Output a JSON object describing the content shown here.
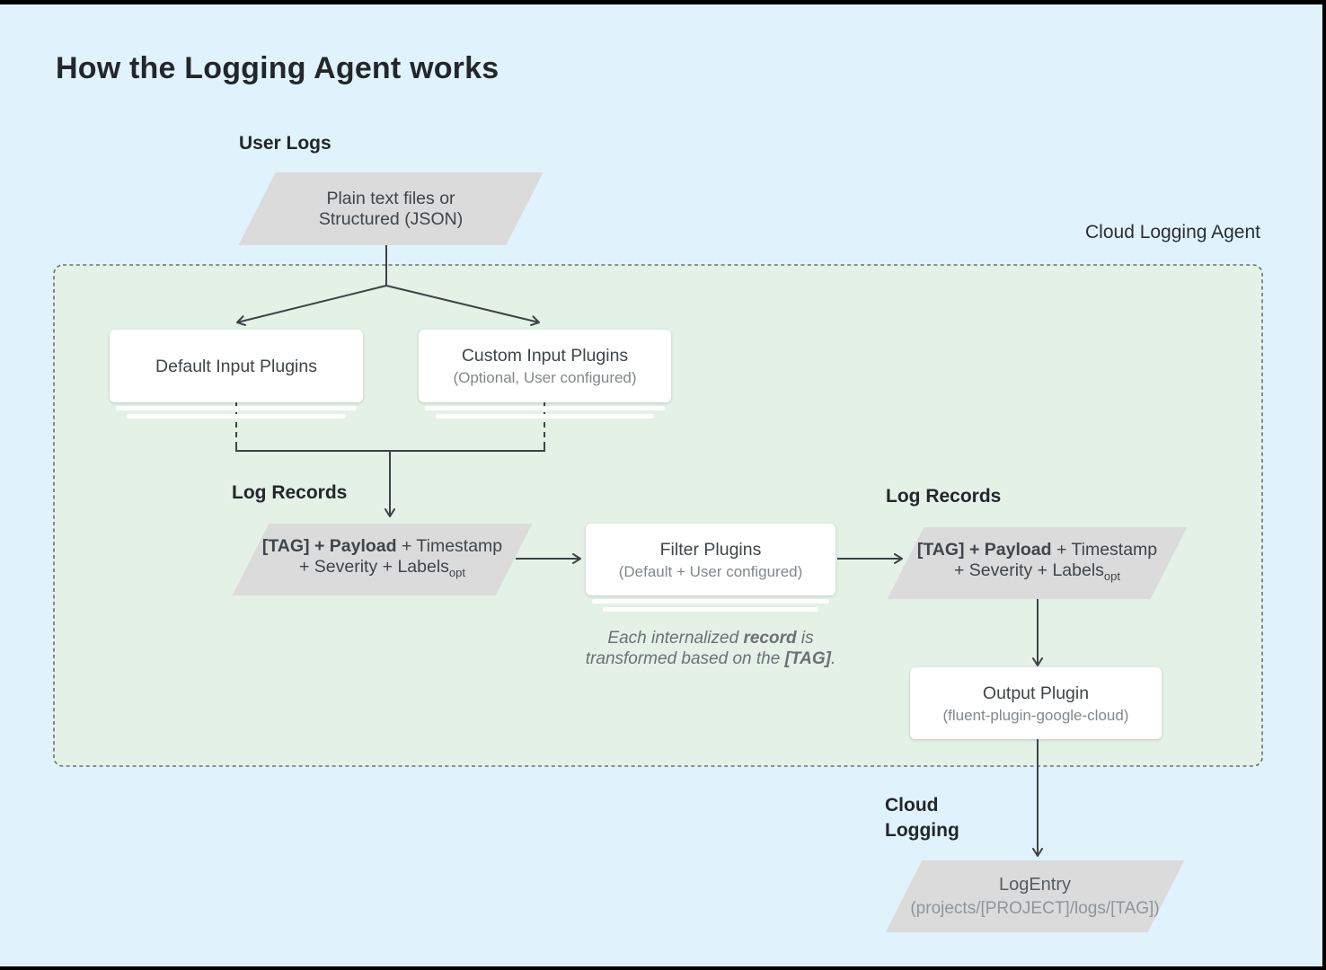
{
  "title": "How the Logging Agent works",
  "labels": {
    "user_logs": "User Logs",
    "cloud_logging_agent": "Cloud Logging Agent",
    "log_records_left": "Log Records",
    "log_records_right": "Log Records",
    "cloud_logging_line1": "Cloud",
    "cloud_logging_line2": "Logging"
  },
  "nodes": {
    "user_input": {
      "line1": "Plain text files or",
      "line2": "Structured (JSON)"
    },
    "default_input": {
      "title": "Default Input Plugins"
    },
    "custom_input": {
      "title": "Custom Input Plugins",
      "subtitle": "(Optional, User configured)"
    },
    "record_left": {
      "line1_bold": "[TAG] + Payload",
      "line1_rest": " + Timestamp",
      "line2": "+ Severity + Labels",
      "line2_sub": "opt"
    },
    "filter": {
      "title": "Filter Plugins",
      "subtitle": "(Default + User configured)"
    },
    "record_right": {
      "line1_bold": "[TAG] + Payload",
      "line1_rest": " + Timestamp",
      "line2": "+ Severity + Labels",
      "line2_sub": "opt"
    },
    "output": {
      "title": "Output Plugin",
      "subtitle": "(fluent-plugin-google-cloud)"
    },
    "log_entry": {
      "title": "LogEntry",
      "subtitle": "(projects/[PROJECT]/logs/[TAG])"
    }
  },
  "note": {
    "l1a": "Each internalized ",
    "l1b": "record",
    "l1c": " is",
    "l2a": "transformed based on the ",
    "l2b": "[TAG]",
    "l2c": "."
  },
  "colors": {
    "background": "#e0f3fc",
    "agent_box_fill": "#e3f1e6",
    "agent_box_border": "#6f6f6f",
    "parallelogram": "#dbdbdb",
    "card": "#ffffff",
    "line": "#3d4347",
    "title_text": "#23262b",
    "muted_text": "#82878c"
  }
}
